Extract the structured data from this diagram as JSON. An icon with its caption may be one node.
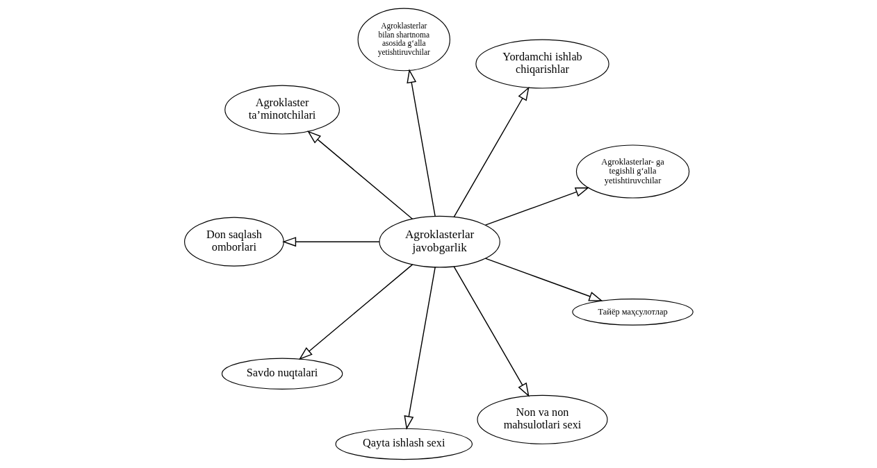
{
  "diagram": {
    "nodes": [
      {
        "text": [
          "Agroklasterlar javobgarlik"
        ]
      },
      {
        "text": [
          "Agroklasterlar- ga tegishli g‘alla yetishtiruvchilar"
        ]
      },
      {
        "text": [
          "Yordamchi ishlab chiqarishlar"
        ]
      },
      {
        "text": [
          "Agroklasterlar bilan shartnoma asosida g‘alla yetishtiruvchilar"
        ]
      },
      {
        "text": [
          "Agroklaster ta’minotchilari"
        ]
      },
      {
        "text": [
          "Don saqlash omborlari"
        ]
      },
      {
        "text": [
          "Savdo nuqtalari"
        ]
      },
      {
        "text": [
          "Qayta ishlash sexi"
        ]
      },
      {
        "text": [
          "Non va non mahsulotlari sexi"
        ]
      },
      {
        "text": [
          "Тайёр маҳсулотлар"
        ]
      }
    ],
    "edges": [
      {
        "from": 0,
        "to": 1,
        "arrow": "to"
      },
      {
        "from": 0,
        "to": 2,
        "arrow": "to"
      },
      {
        "from": 0,
        "to": 3,
        "arrow": "to"
      },
      {
        "from": 0,
        "to": 4,
        "arrow": "to"
      },
      {
        "from": 0,
        "to": 5,
        "arrow": "to"
      },
      {
        "from": 0,
        "to": 6,
        "arrow": "to"
      },
      {
        "from": 0,
        "to": 7,
        "arrow": "to"
      },
      {
        "from": 0,
        "to": 8,
        "arrow": "to"
      },
      {
        "from": 0,
        "to": 9,
        "arrow": "to"
      }
    ]
  }
}
